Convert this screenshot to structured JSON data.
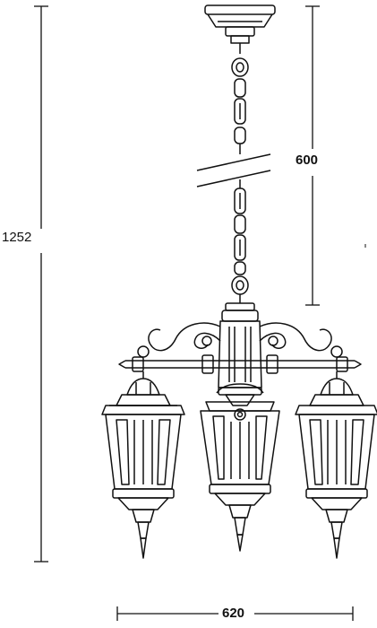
{
  "dimensions": {
    "overall_height": "1252",
    "chain_length": "600",
    "width": "620"
  },
  "colors": {
    "line": "#111111",
    "background": "#ffffff"
  }
}
